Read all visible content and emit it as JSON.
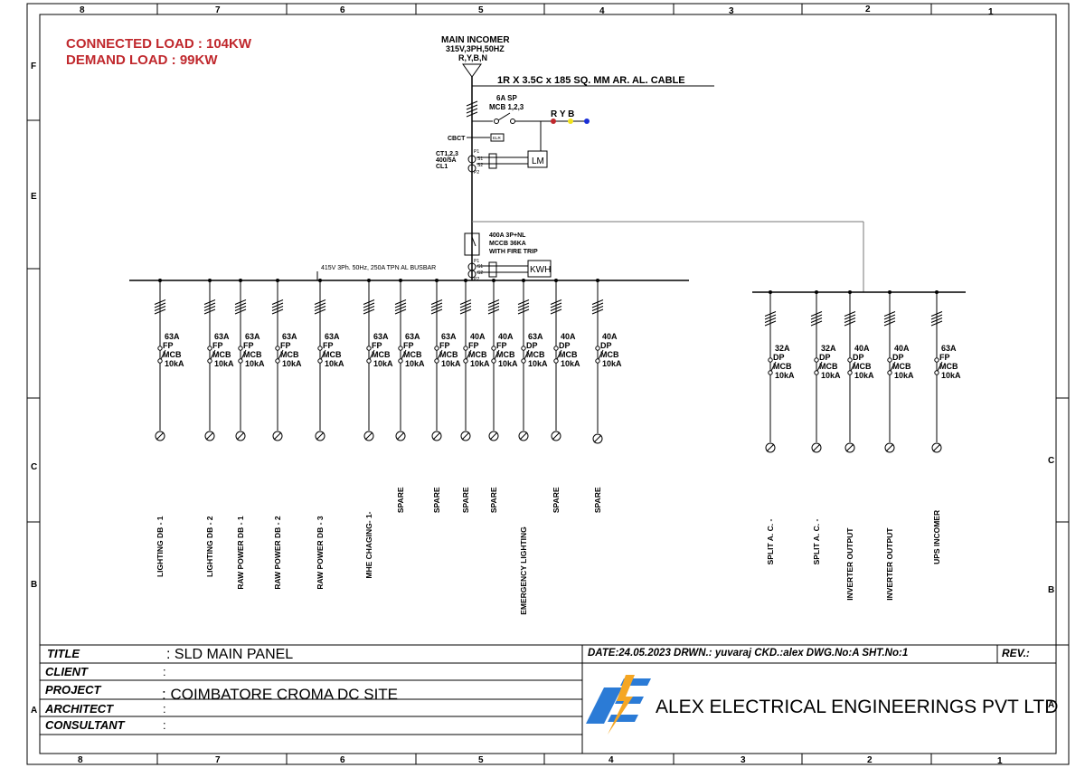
{
  "border": {
    "cols_top": [
      "8",
      "7",
      "6",
      "5",
      "4",
      "3",
      "2",
      "1"
    ],
    "cols_bottom": [
      "8",
      "7",
      "6",
      "5",
      "4",
      "3",
      "2",
      "1"
    ],
    "rows_left": [
      "F",
      "E",
      "C",
      "B",
      "A"
    ],
    "rows_right": [
      "C",
      "B",
      "A"
    ]
  },
  "load": {
    "connected": "CONNECTED LOAD : 104KW",
    "demand": "DEMAND LOAD : 99KW"
  },
  "incomer": {
    "title": "MAIN INCOMER",
    "spec": "315V,3PH,50HZ",
    "phases": "R,Y,B,N",
    "cable": "1R X 3.5C x 185 SQ. MM AR. AL. CABLE",
    "mcb_rating": "6A SP",
    "mcb_label": "MCB 1,2,3",
    "ryb": "R Y B",
    "cbct": "CBCT",
    "elr": "ELR",
    "ct1": "CT1,2,3",
    "ct2": "400/5A",
    "ct3": "CL1",
    "lm": "LM",
    "p1": "P1",
    "s1": "S1",
    "s2": "S2",
    "p2": "P2",
    "mccb1": "400A 3P+NL",
    "mccb2": "MCCB 36KA",
    "mccb3": "WITH FIRE TRIP",
    "kwh": "KWH",
    "busbar": "415V 3Ph. 50Hz, 250A TPN AL BUSBAR"
  },
  "feeders": [
    {
      "rating": "63A",
      "type": "FP",
      "mcb": "MCB",
      "ka": "10kA",
      "label": "LIGHTING DB - 1"
    },
    {
      "rating": "63A",
      "type": "FP",
      "mcb": "MCB",
      "ka": "10kA",
      "label": "LIGHTING DB - 2"
    },
    {
      "rating": "63A",
      "type": "FP",
      "mcb": "MCB",
      "ka": "10kA",
      "label": "RAW POWER DB - 1"
    },
    {
      "rating": "63A",
      "type": "FP",
      "mcb": "MCB",
      "ka": "10kA",
      "label": "RAW POWER DB - 2"
    },
    {
      "rating": "63A",
      "type": "FP",
      "mcb": "MCB",
      "ka": "10kA",
      "label": "RAW POWER DB - 3"
    },
    {
      "rating": "63A",
      "type": "FP",
      "mcb": "MCB",
      "ka": "10kA",
      "label": "MHE CHAGING- 1-"
    },
    {
      "rating": "63A",
      "type": "FP",
      "mcb": "MCB",
      "ka": "10kA",
      "label": "SPARE"
    },
    {
      "rating": "63A",
      "type": "FP",
      "mcb": "MCB",
      "ka": "10kA",
      "label": "SPARE"
    },
    {
      "rating": "40A",
      "type": "FP",
      "mcb": "MCB",
      "ka": "10kA",
      "label": "SPARE"
    },
    {
      "rating": "40A",
      "type": "FP",
      "mcb": "MCB",
      "ka": "10kA",
      "label": "SPARE"
    },
    {
      "rating": "63A",
      "type": "DP",
      "mcb": "MCB",
      "ka": "10kA",
      "label": "EMERGENCY LIGHTING"
    },
    {
      "rating": "40A",
      "type": "DP",
      "mcb": "MCB",
      "ka": "10kA",
      "label": "SPARE"
    },
    {
      "rating": "40A",
      "type": "DP",
      "mcb": "MCB",
      "ka": "10kA",
      "label": "SPARE"
    }
  ],
  "feeders2": [
    {
      "rating": "32A",
      "type": "DP",
      "mcb": "MCB",
      "ka": "10kA",
      "label": "SPLIT A. C. -"
    },
    {
      "rating": "32A",
      "type": "DP",
      "mcb": "MCB",
      "ka": "10kA",
      "label": "SPLIT A. C. -"
    },
    {
      "rating": "40A",
      "type": "DP",
      "mcb": "MCB",
      "ka": "10kA",
      "label": "INVERTER OUTPUT"
    },
    {
      "rating": "40A",
      "type": "DP",
      "mcb": "MCB",
      "ka": "10kA",
      "label": "INVERTER OUTPUT"
    },
    {
      "rating": "63A",
      "type": "FP",
      "mcb": "MCB",
      "ka": "10kA",
      "label": "UPS INCOMER"
    }
  ],
  "title_block": {
    "title_label": "TITLE",
    "title_value": ": SLD MAIN PANEL",
    "client_label": "CLIENT",
    "client_value": ":",
    "project_label": "PROJECT",
    "project_value": ": COIMBATORE CROMA DC SITE",
    "architect_label": "ARCHITECT",
    "architect_value": ":",
    "consultant_label": "CONSULTANT",
    "consultant_value": ":",
    "info": "DATE:24.05.2023 DRWN.: yuvaraj CKD.:alex DWG.No:A SHT.No:1",
    "rev": "REV.:",
    "company": "ALEX ELECTRICAL ENGINEERINGS PVT LTD"
  },
  "colors": {
    "red": "#c0282d",
    "blue": "#2b7bd6",
    "orange": "#f5a623",
    "yellow": "#f2e21c",
    "phase_blue": "#1a2fd6"
  }
}
